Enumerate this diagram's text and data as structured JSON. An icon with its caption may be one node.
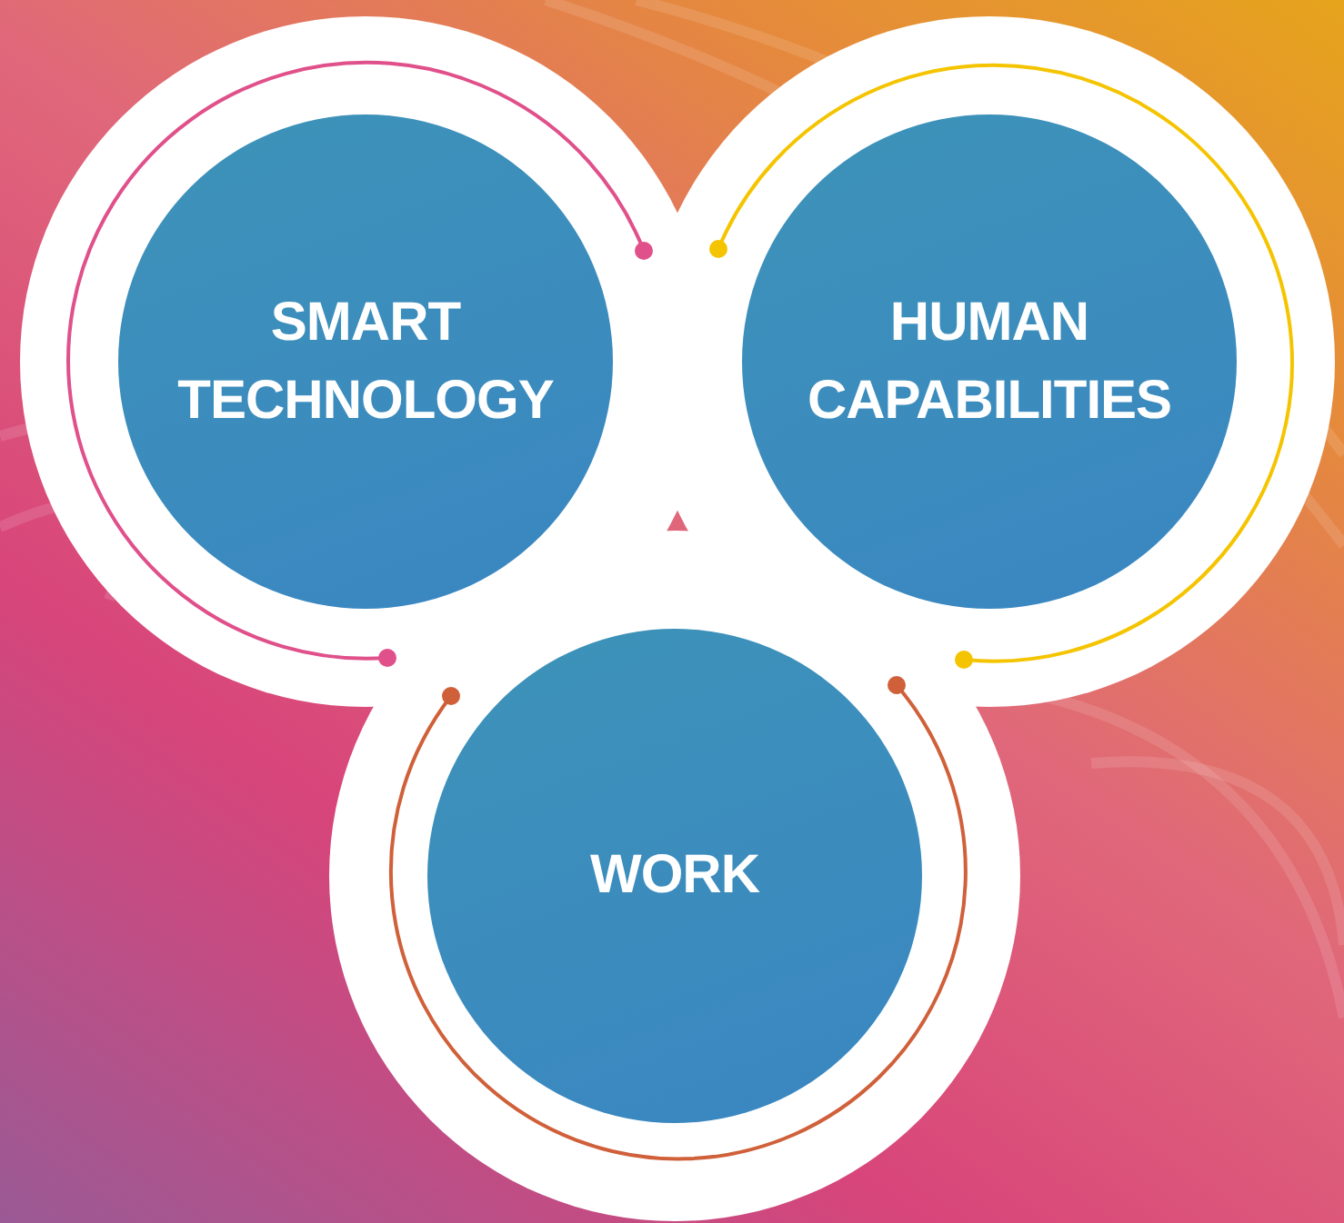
{
  "diagram": {
    "nodes": [
      {
        "text": [
          "SMART TECHNOLOGY"
        ]
      },
      {
        "text": [
          "HUMAN CAPABILITIES"
        ]
      },
      {
        "text": [
          "WORK"
        ]
      }
    ]
  }
}
